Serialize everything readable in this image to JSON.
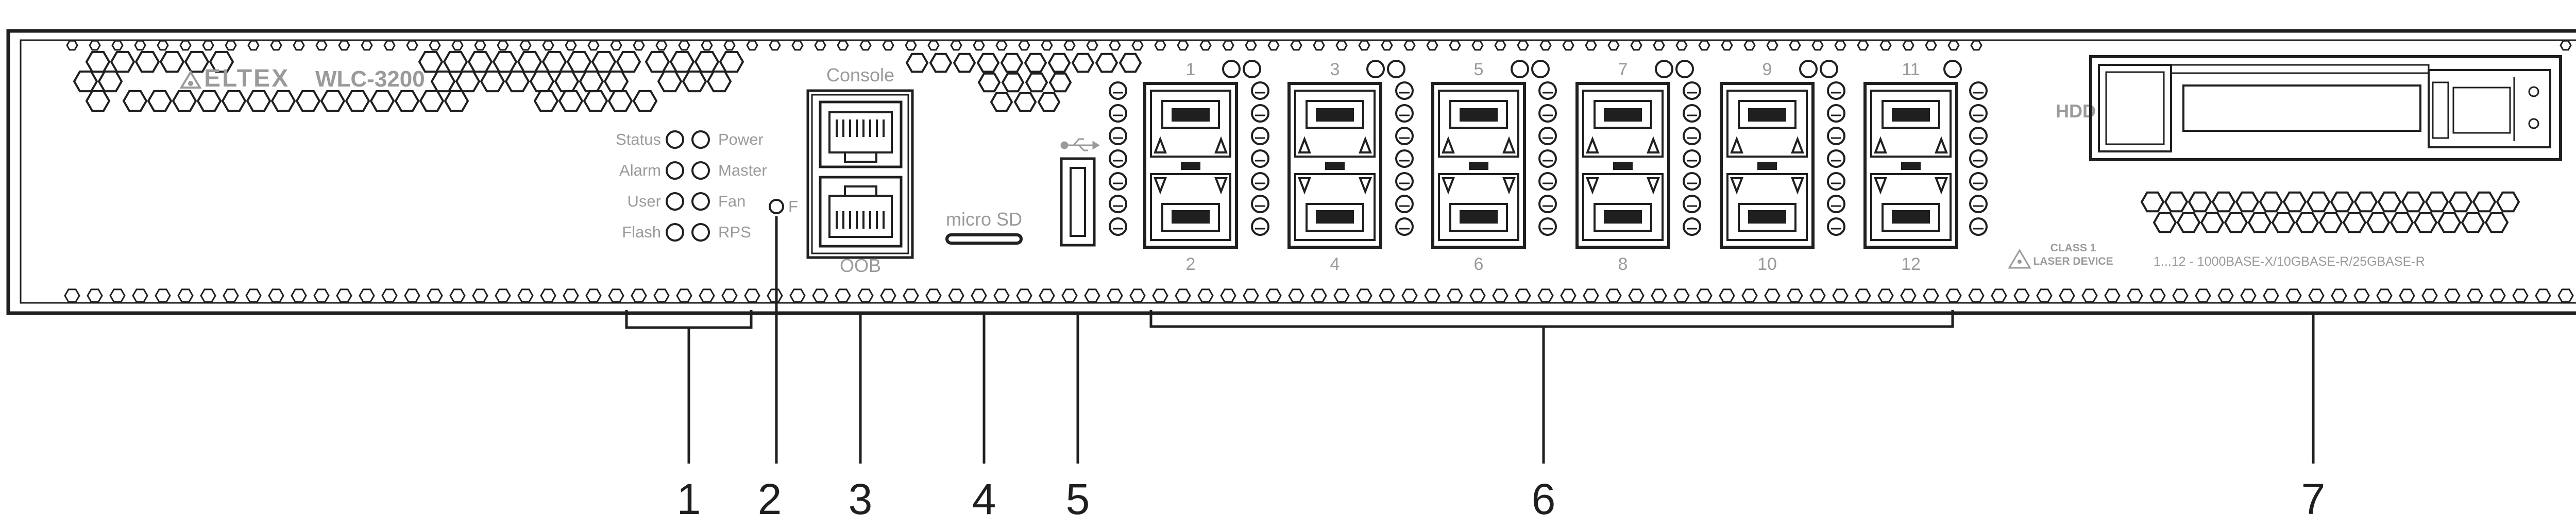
{
  "brand": {
    "logo": "ELTEX",
    "model": "WLC-3200"
  },
  "leds": [
    {
      "left": "Status",
      "right": "Power"
    },
    {
      "left": "Alarm",
      "right": "Master"
    },
    {
      "left": "User",
      "right": "Fan"
    },
    {
      "left": "Flash",
      "right": "RPS"
    }
  ],
  "f_button": "F",
  "ports": {
    "console": "Console",
    "oob": "OOB",
    "micro_sd": "micro SD"
  },
  "sfp_ports": {
    "top": [
      "1",
      "3",
      "5",
      "7",
      "9",
      "11"
    ],
    "bottom": [
      "2",
      "4",
      "6",
      "8",
      "10",
      "12"
    ]
  },
  "hdd": "HDD",
  "laser": {
    "line1": "CLASS 1",
    "line2": "LASER DEVICE"
  },
  "port_spec": "1...12 - 1000BASE-X/10GBASE-R/25GBASE-R",
  "callouts": [
    "1",
    "2",
    "3",
    "4",
    "5",
    "6",
    "7"
  ],
  "colors": {
    "outline": "#1f1f1f",
    "label_grey": "#9a9a9a",
    "background": "#ffffff"
  }
}
